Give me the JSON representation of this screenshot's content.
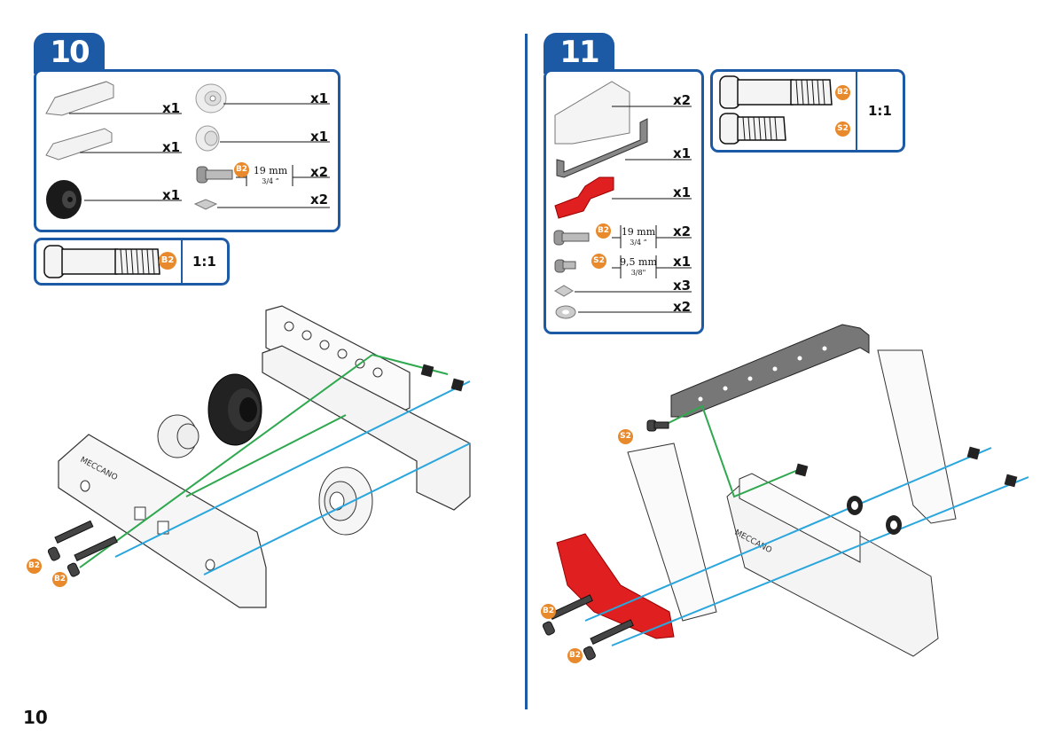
{
  "page_number": "10",
  "colors": {
    "blue": "#1d5aa6",
    "orange": "#e8892b",
    "green": "#2fa84f",
    "cyan": "#2aa6dc",
    "red": "#e02020"
  },
  "step10": {
    "number": "10",
    "parts": [
      {
        "icon": "long-plate-icon",
        "qty": "x1"
      },
      {
        "icon": "short-plate-icon",
        "qty": "x1"
      },
      {
        "icon": "tire-icon",
        "qty": "x1"
      },
      {
        "icon": "wheel-hub-icon",
        "qty": "x1"
      },
      {
        "icon": "spacer-icon",
        "qty": "x1"
      },
      {
        "icon": "screw-icon",
        "qty": "x2",
        "badge": "B2",
        "dim": "19 mm",
        "dim_sub": "3/4 ”"
      },
      {
        "icon": "nut-icon",
        "qty": "x2"
      }
    ],
    "scale_badge": "B2",
    "scale": "1:1",
    "diagram_badges": [
      "B2",
      "B2"
    ]
  },
  "step11": {
    "number": "11",
    "parts": [
      {
        "icon": "flat-plate-icon",
        "qty": "x2"
      },
      {
        "icon": "bent-strip-icon",
        "qty": "x1"
      },
      {
        "icon": "red-bracket-icon",
        "qty": "x1"
      },
      {
        "icon": "screw-icon",
        "qty": "x2",
        "badge": "B2",
        "dim": "19 mm",
        "dim_sub": "3/4 ”"
      },
      {
        "icon": "short-screw-icon",
        "qty": "x1",
        "badge": "S2",
        "dim": "9,5 mm",
        "dim_sub": "3/8\""
      },
      {
        "icon": "nut-icon",
        "qty": "x3"
      },
      {
        "icon": "washer-icon",
        "qty": "x2"
      }
    ],
    "scale_badges": [
      "B2",
      "S2"
    ],
    "scale": "1:1",
    "diagram_badges": [
      "S2",
      "B2",
      "B2"
    ]
  }
}
